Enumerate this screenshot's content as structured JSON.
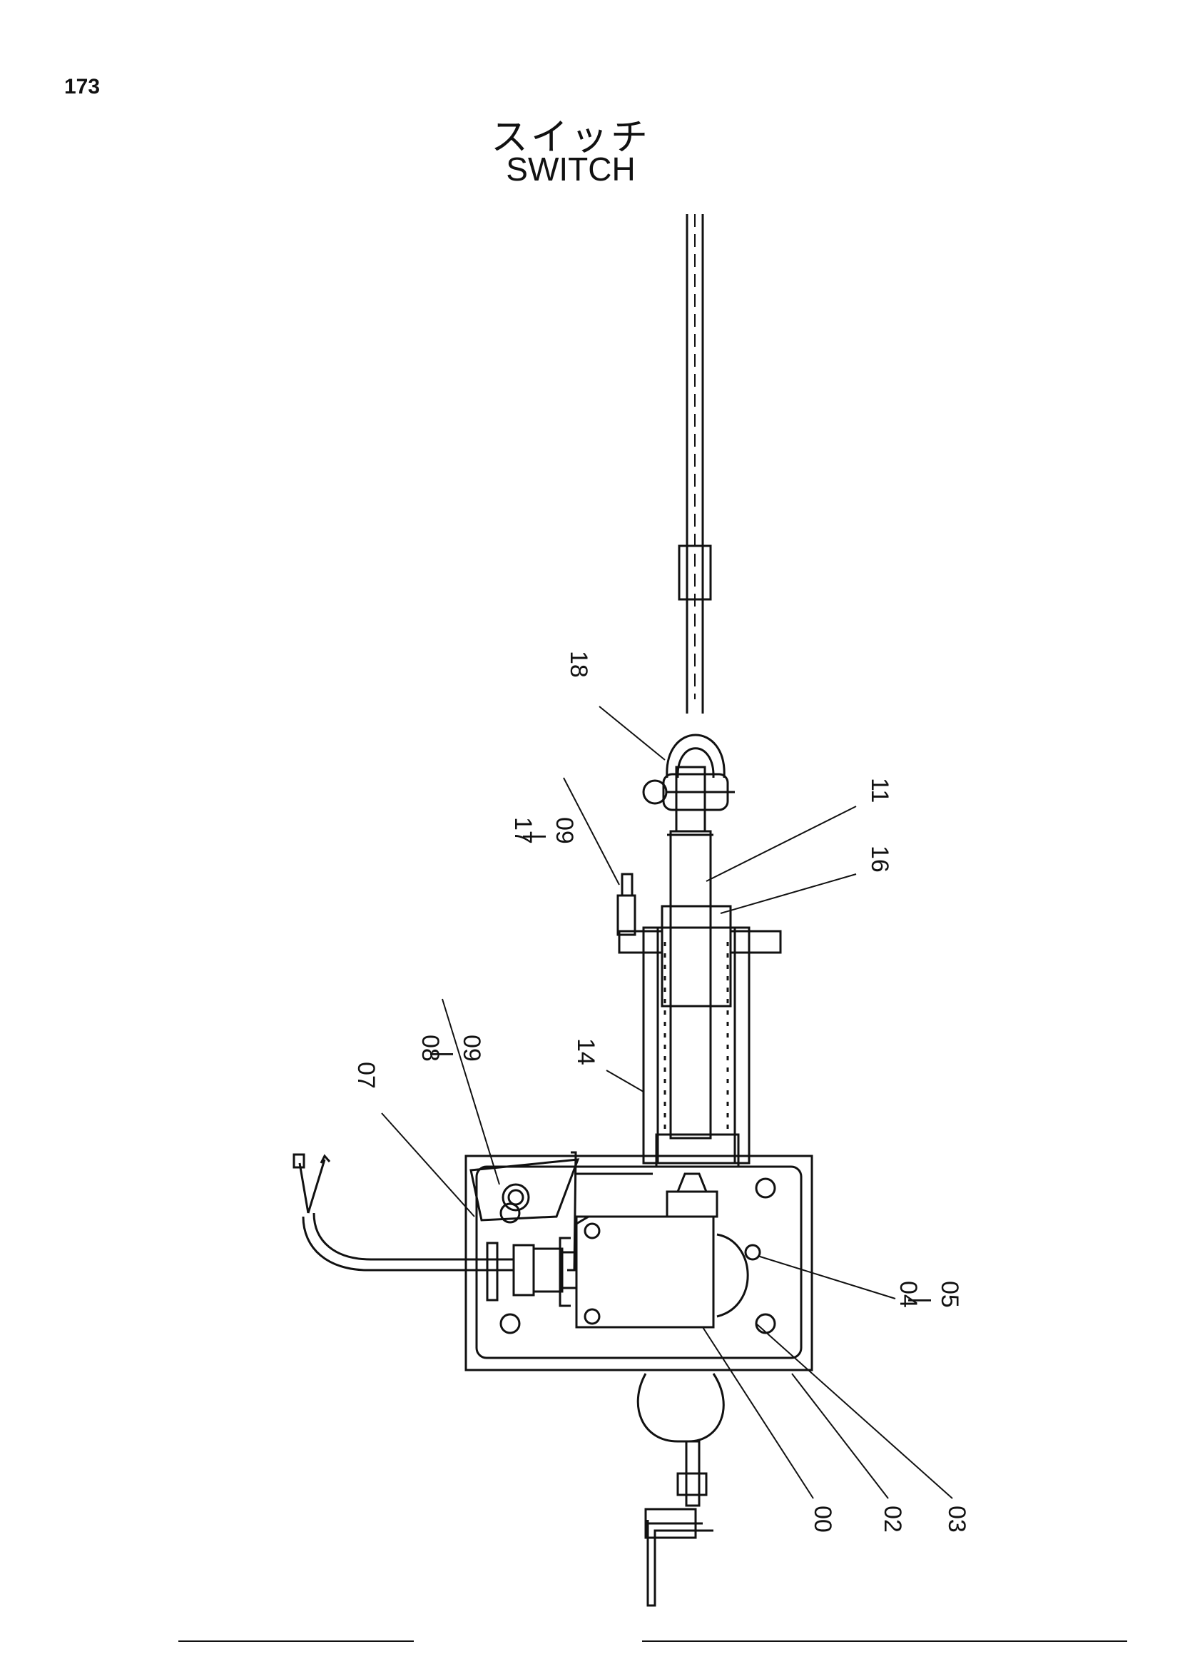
{
  "page_number": "173",
  "title": {
    "japanese": "スイッチ",
    "english": "SWITCH"
  },
  "callouts": {
    "c18": "18",
    "c11": "11",
    "c16": "16",
    "c17_09": [
      "17",
      "|",
      "09"
    ],
    "c14": "14",
    "c08_09": [
      "08",
      "|",
      "09"
    ],
    "c07": "07",
    "c04_05": [
      "04",
      "|",
      "05"
    ],
    "c00": "00",
    "c02": "02",
    "c03": "03"
  }
}
